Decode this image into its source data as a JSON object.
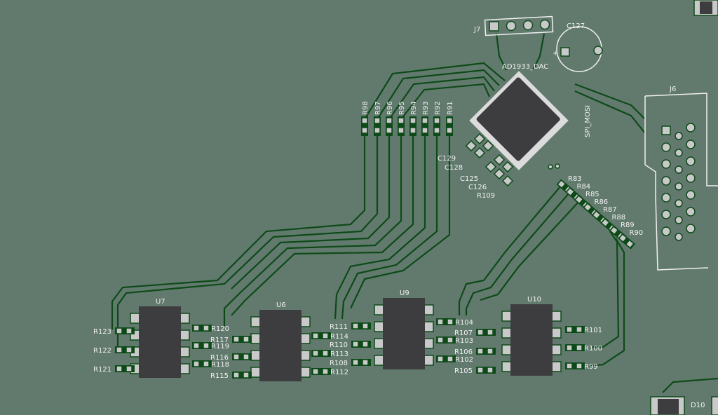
{
  "colors": {
    "board": "#627a6e",
    "copper": "#0d4a18",
    "silk": "#f0f0f0",
    "chip": "#3d3d3f",
    "pad": "#c9c9c9"
  },
  "top": {
    "j7": "J7",
    "c127": "C127",
    "dac": "AD1933_DAC",
    "spi": "SPI_MOSI",
    "j6": "J6",
    "d10": "D10"
  },
  "dac_resistors": [
    "R98",
    "R97",
    "R96",
    "R95",
    "R94",
    "R93",
    "R92",
    "R91"
  ],
  "caps": [
    "C129",
    "C128",
    "C125",
    "C126",
    "R109"
  ],
  "diag_resistors": [
    "R83",
    "R84",
    "R85",
    "R86",
    "R87",
    "R88",
    "R89",
    "R90"
  ],
  "opamps": [
    {
      "name": "U7",
      "left": [
        "R123",
        "R122",
        "R121"
      ],
      "right": [
        "R120",
        "R119",
        "R118"
      ]
    },
    {
      "name": "U6",
      "left": [
        "R117",
        "R116",
        "R115"
      ],
      "right": [
        "R114",
        "R113",
        "R112"
      ]
    },
    {
      "name": "U9",
      "left": [
        "R111",
        "R110",
        "R108"
      ],
      "right": [
        "R104",
        "R103",
        "R102"
      ]
    },
    {
      "name": "U10",
      "left": [
        "R107",
        "R106",
        "R105"
      ],
      "right": [
        "R101",
        "R100",
        "R99"
      ]
    }
  ]
}
